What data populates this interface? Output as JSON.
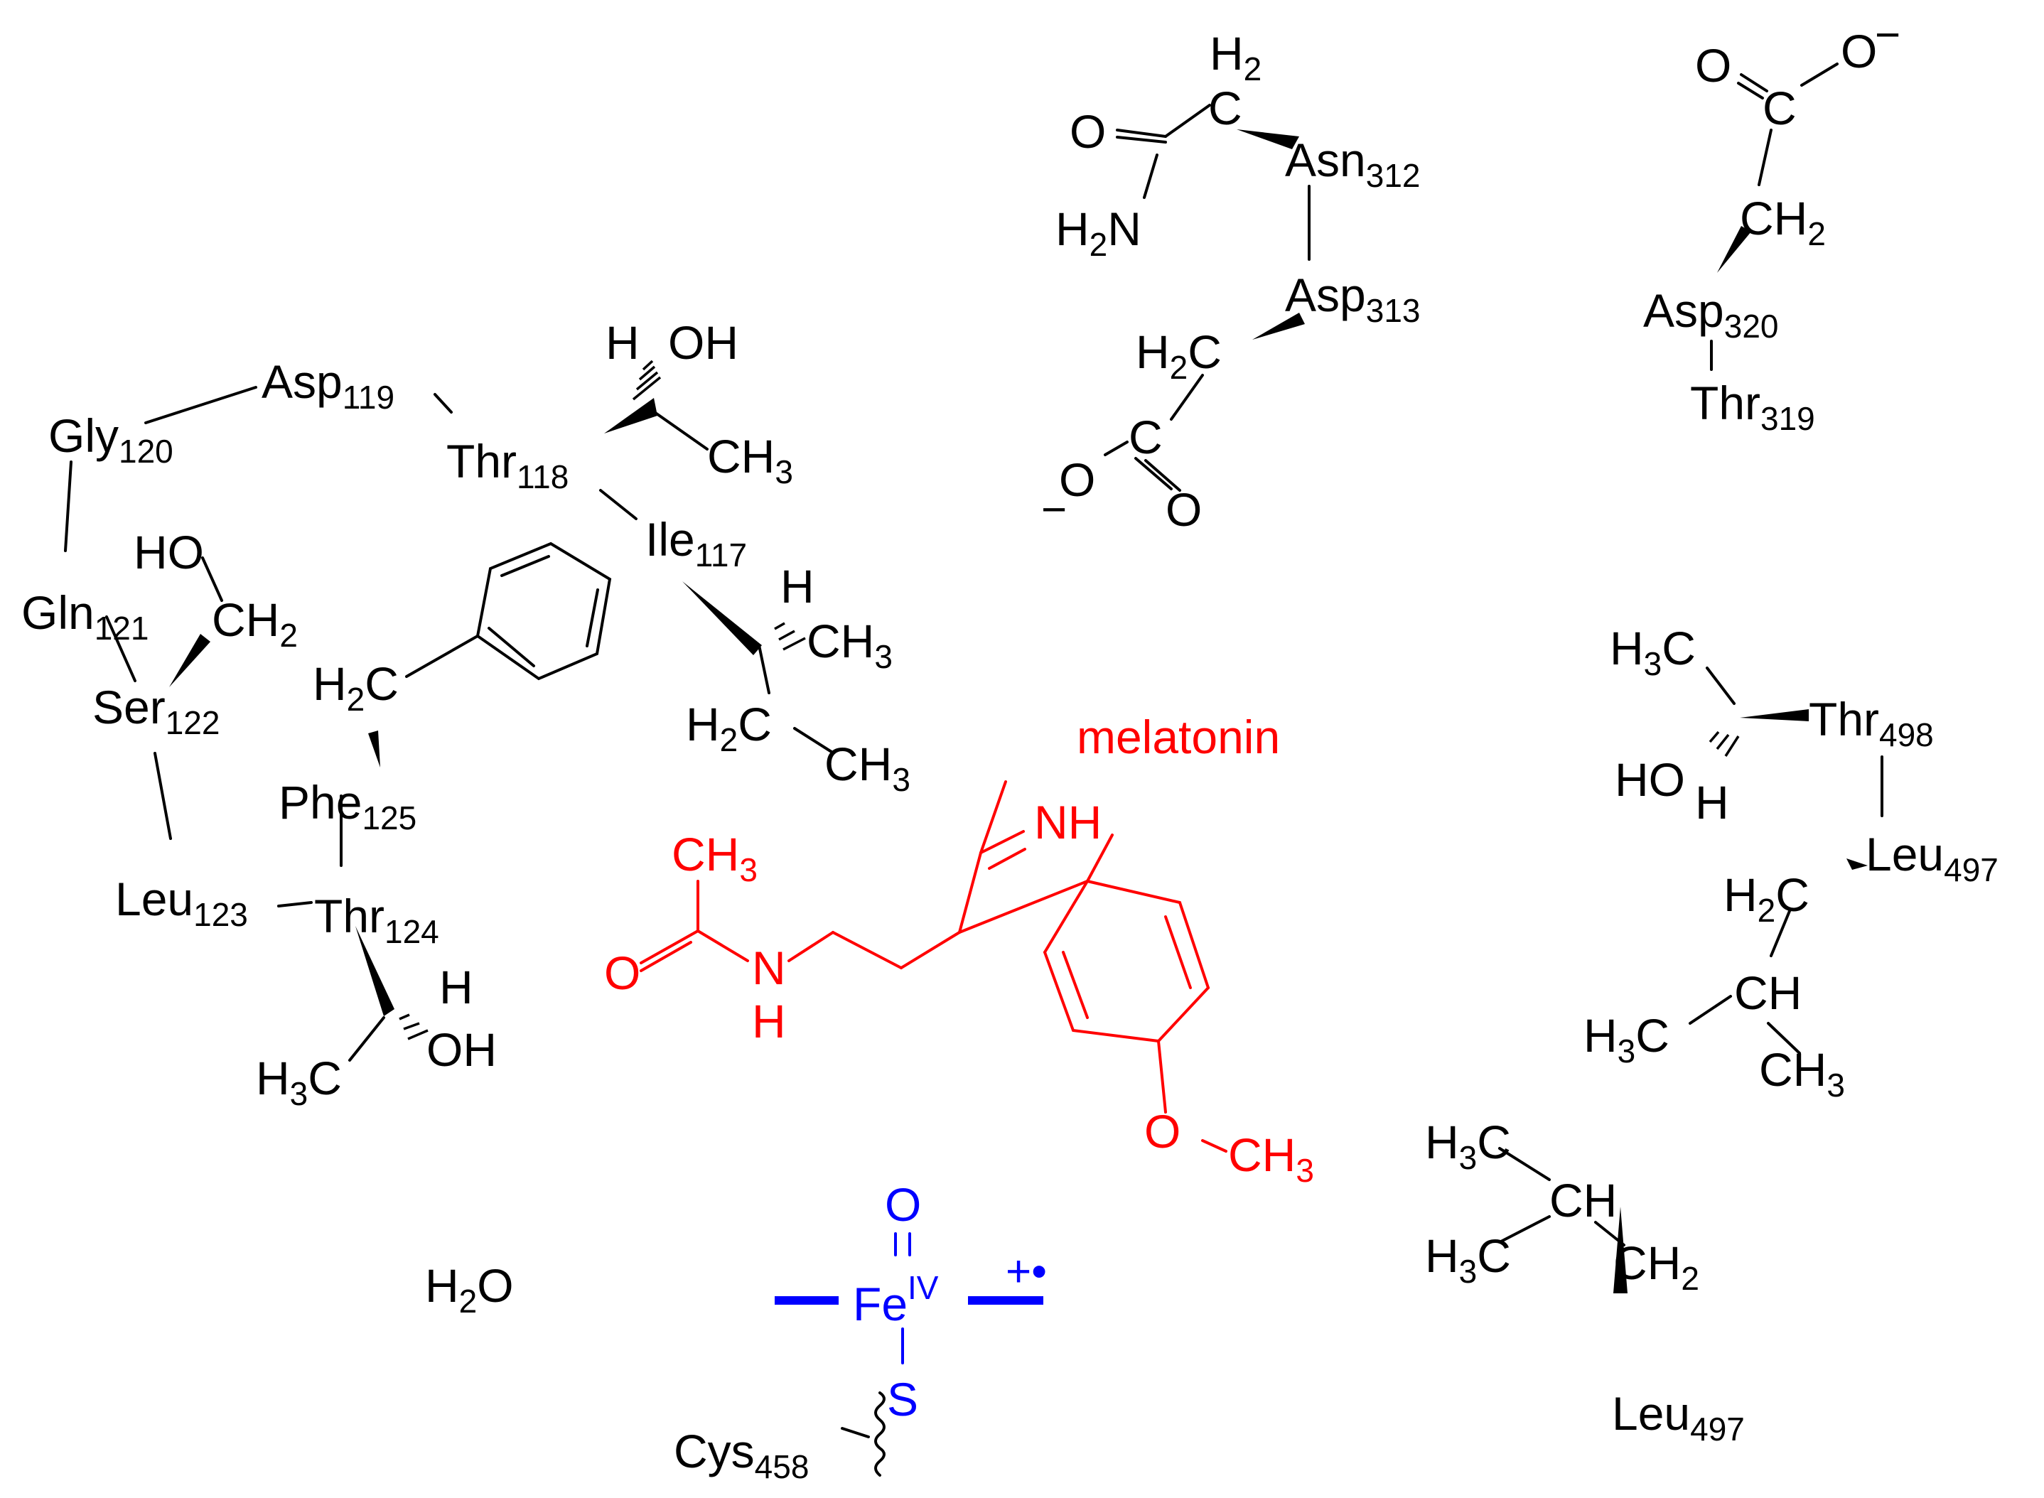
{
  "colors": {
    "residue": "#000000",
    "ligand": "#ff0000",
    "heme": "#0000ff"
  },
  "residues": {
    "gly120": {
      "name": "Gly",
      "num": "120"
    },
    "asp119": {
      "name": "Asp",
      "num": "119"
    },
    "thr118": {
      "name": "Thr",
      "num": "118"
    },
    "ile117": {
      "name": "Ile",
      "num": "117"
    },
    "gln121": {
      "name": "Gln",
      "num": "121"
    },
    "ser122": {
      "name": "Ser",
      "num": "122"
    },
    "phe125": {
      "name": "Phe",
      "num": "125"
    },
    "leu123": {
      "name": "Leu",
      "num": "123"
    },
    "thr124": {
      "name": "Thr",
      "num": "124"
    },
    "asn312": {
      "name": "Asn",
      "num": "312"
    },
    "asp313": {
      "name": "Asp",
      "num": "313"
    },
    "asp320": {
      "name": "Asp",
      "num": "320"
    },
    "thr319": {
      "name": "Thr",
      "num": "319"
    },
    "thr498": {
      "name": "Thr",
      "num": "498"
    },
    "leu497a": {
      "name": "Leu",
      "num": "497"
    },
    "leu497b": {
      "name": "Leu",
      "num": "497"
    },
    "cys458": {
      "name": "Cys",
      "num": "458"
    }
  },
  "atoms": {
    "H": "H",
    "OH": "OH",
    "HO": "HO",
    "HO2": "HO",
    "O": "O",
    "N": "N",
    "C": "C",
    "CH": "CH",
    "S": "S",
    "CH_el": "C",
    "H_el": "H",
    "sub2": "2",
    "sub3": "3",
    "charge_minus": "−",
    "charge_minus2": "−",
    "radical_cation": "+•"
  },
  "water": {
    "el1": "H",
    "sub": "2",
    "el2": "O"
  },
  "heme": {
    "metal": "Fe",
    "oxidation": "IV",
    "oxo": "O",
    "ligand": "S"
  },
  "melatonin": {
    "label": "melatonin",
    "NH": "NH",
    "H": "H",
    "N": "N",
    "O": "O",
    "C": "C",
    "CH": "CH",
    "sub3": "3"
  }
}
